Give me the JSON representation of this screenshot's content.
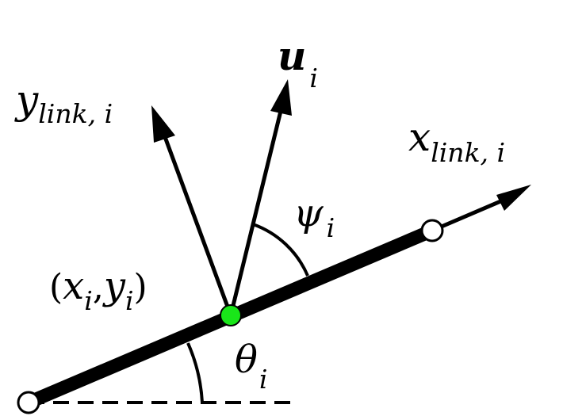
{
  "labels": {
    "y_link": {
      "main": "y",
      "sub": "link, i"
    },
    "u": {
      "main": "u",
      "sub": "i"
    },
    "x_link": {
      "main": "x",
      "sub": "link, i"
    },
    "psi": {
      "main": "ψ",
      "sub": "i"
    },
    "theta": {
      "main": "θ",
      "sub": "i"
    },
    "point": {
      "open_paren": "(",
      "x": "x",
      "x_sub": "i",
      "comma": ",",
      "y": "y",
      "y_sub": "i",
      "close_paren": ")"
    }
  },
  "colors": {
    "line": "#000000",
    "joint_point": "#19e619",
    "endpoint_fill": "#ffffff"
  }
}
